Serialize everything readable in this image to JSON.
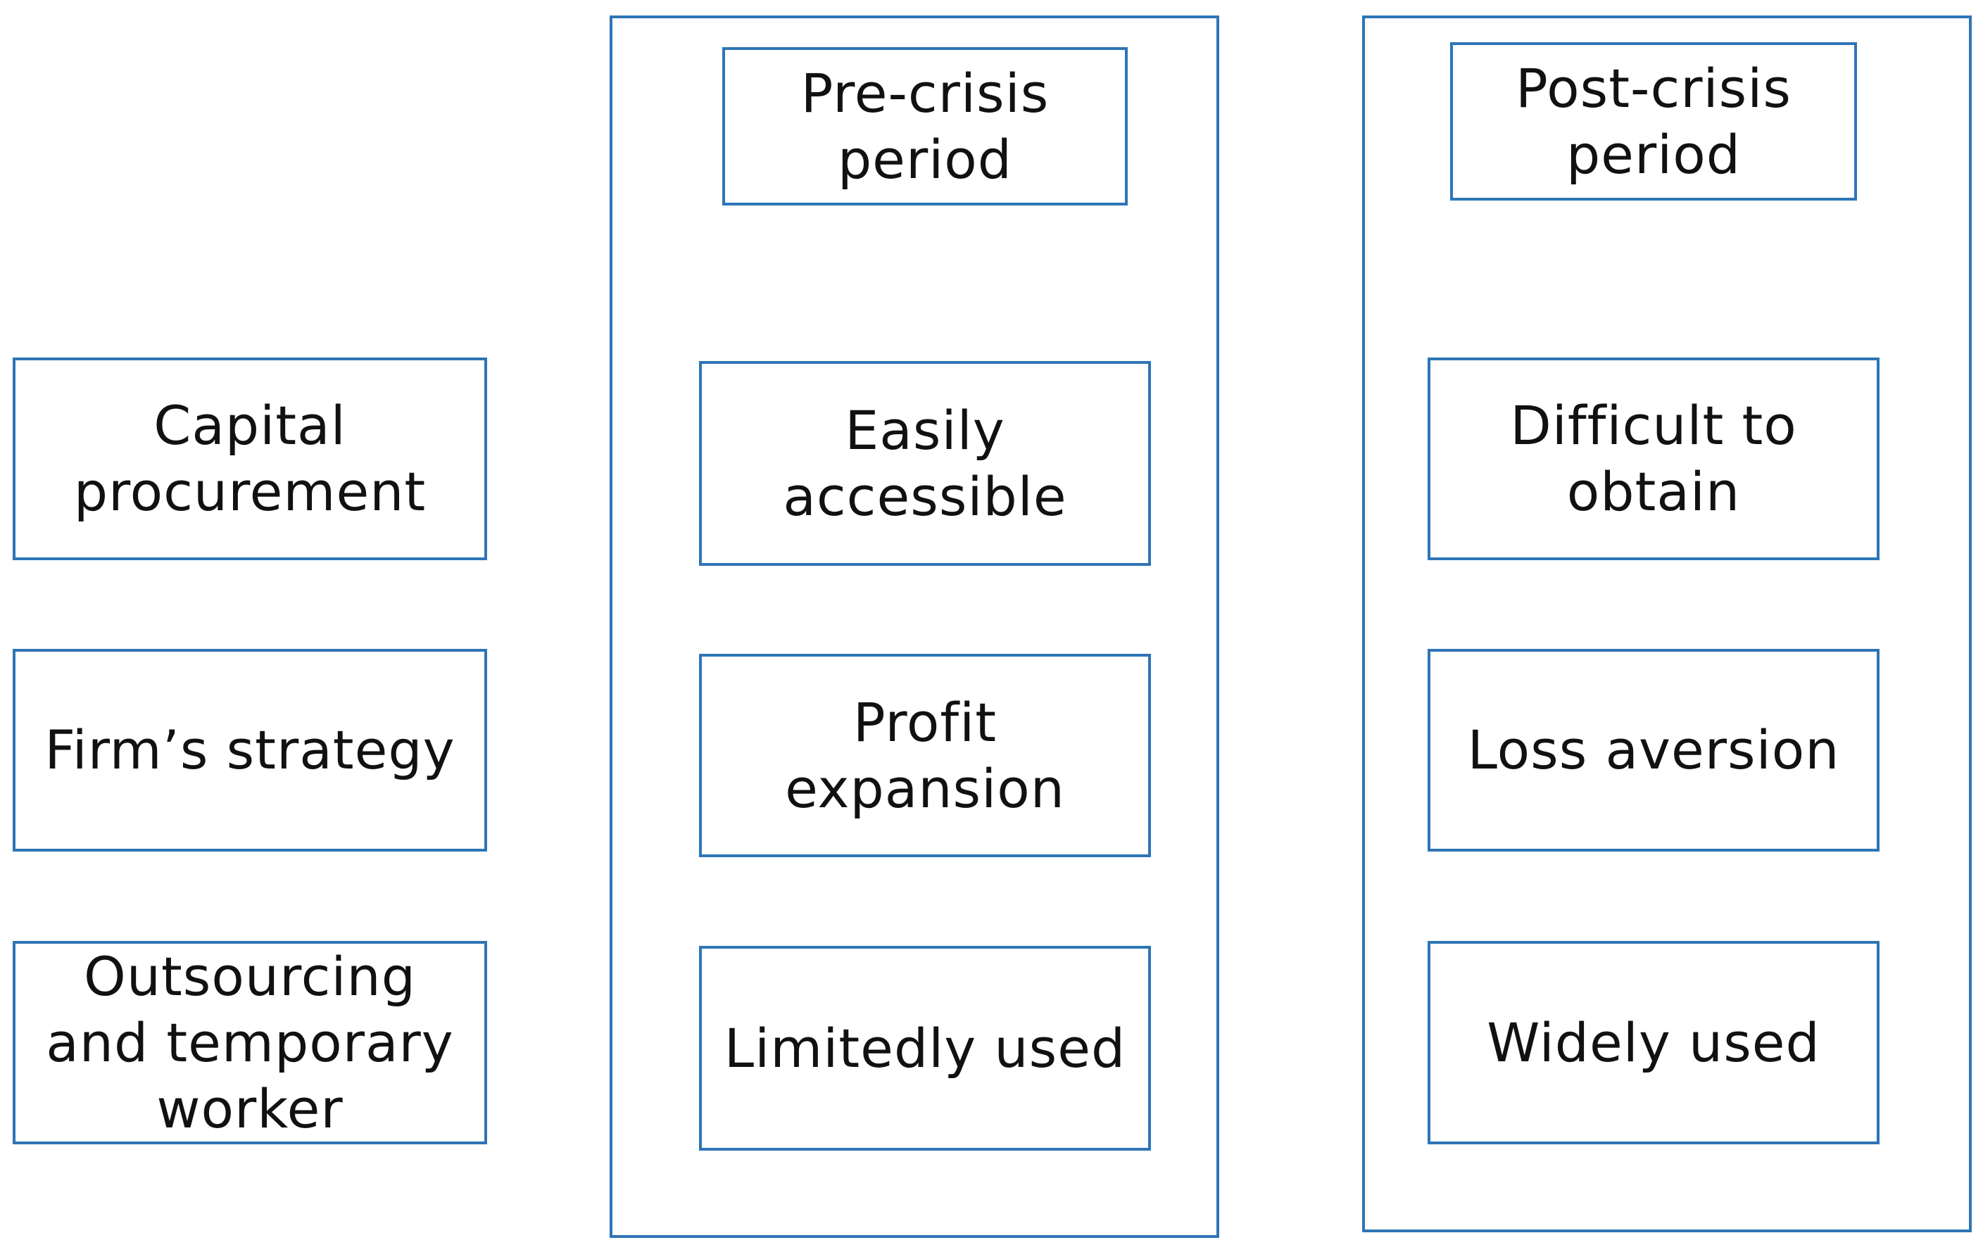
{
  "diagram": {
    "row_labels": [
      "Capital\nprocurement",
      "Firm’s strategy",
      "Outsourcing\nand temporary\nworker"
    ],
    "pre_crisis": {
      "header": "Pre-crisis\nperiod",
      "items": [
        "Easily\naccessible",
        "Profit\nexpansion",
        "Limitedly used"
      ]
    },
    "post_crisis": {
      "header": "Post-crisis\nperiod",
      "items": [
        "Difficult to\nobtain",
        "Loss aversion",
        "Widely used"
      ]
    },
    "colors": {
      "border": "#2e75b6",
      "text": "#111111",
      "background": "#ffffff"
    }
  }
}
